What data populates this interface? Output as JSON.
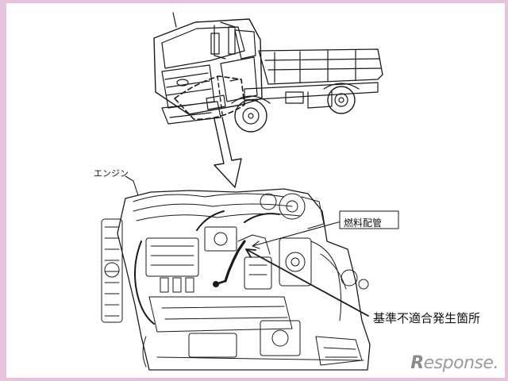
{
  "labels": {
    "engine": "エンジン",
    "fuel_pipe": "燃料配管",
    "defect_location": "基準不適合発生箇所"
  },
  "watermark": {
    "initial": "R",
    "rest": "esponse."
  },
  "colors": {
    "background": "#e6c4dc",
    "canvas": "#ffffff",
    "line": "#1a1a1a",
    "watermark": "#9a9a9a"
  }
}
